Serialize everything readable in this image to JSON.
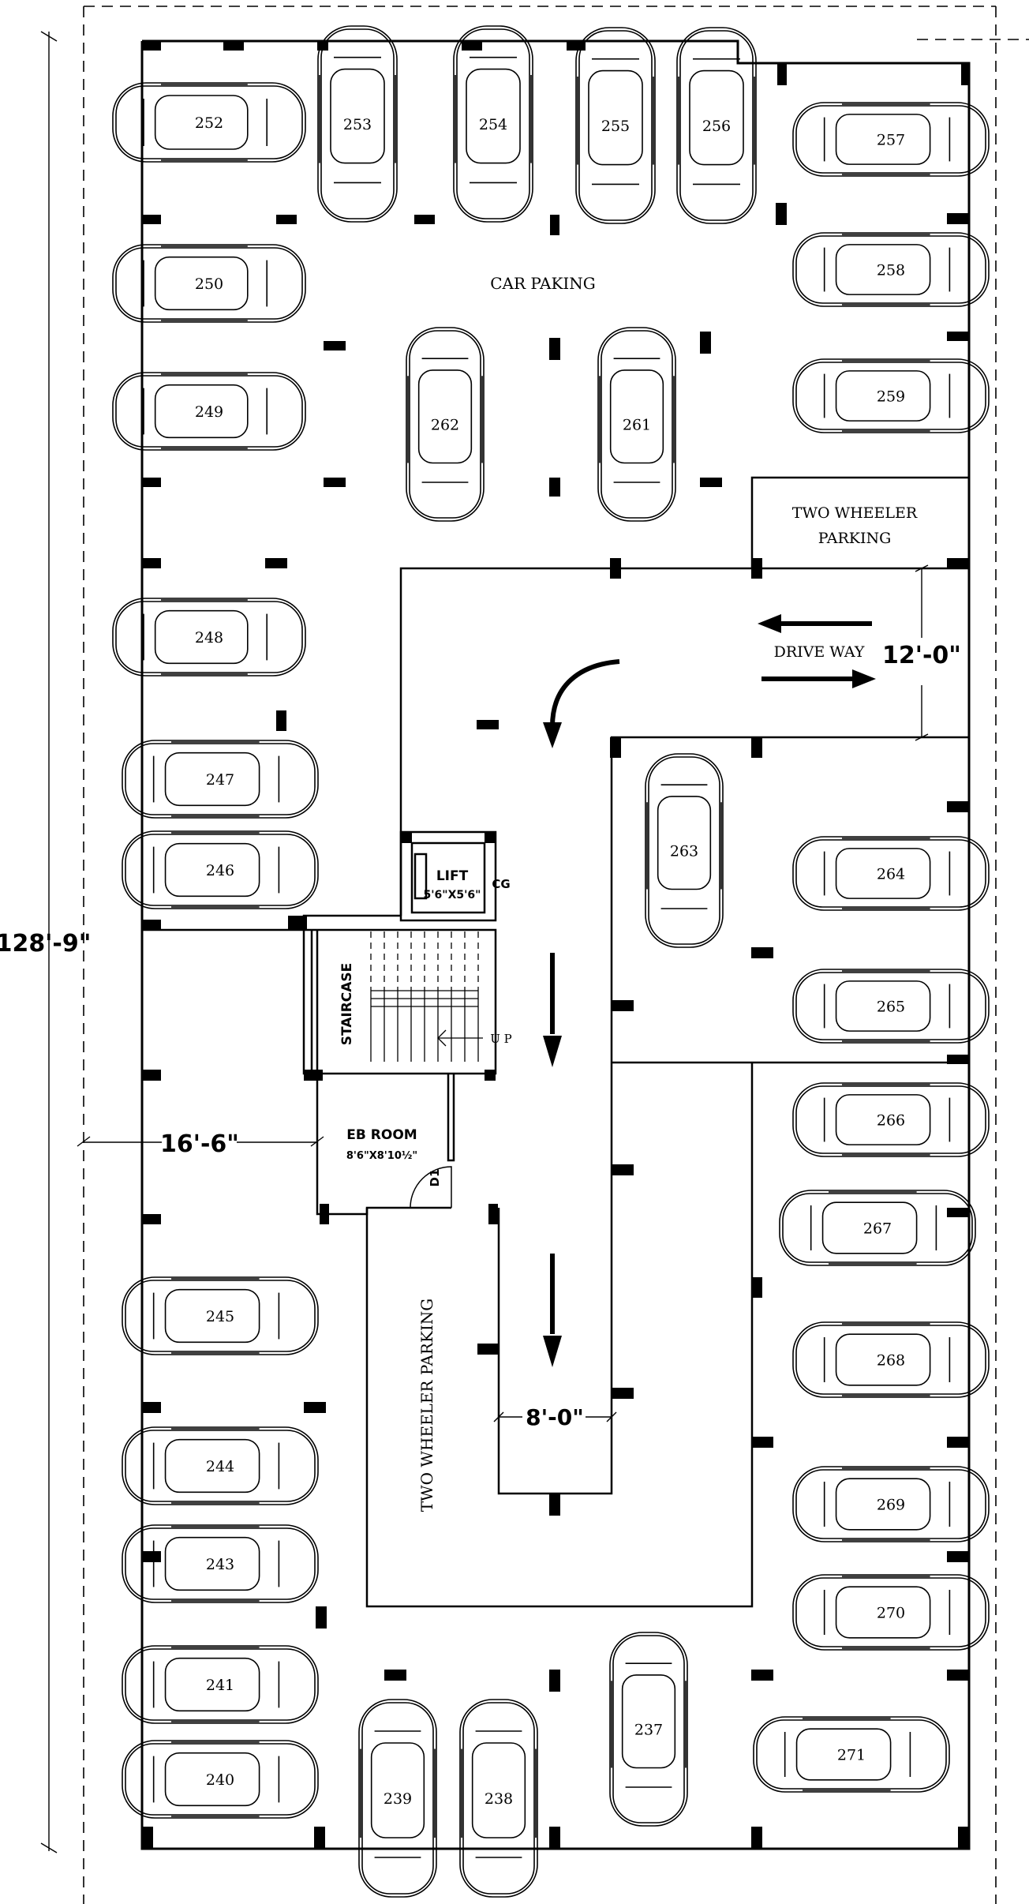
{
  "labels": {
    "car_parking": "CAR PAKING",
    "two_wheeler_top_1": "TWO  WHEELER",
    "two_wheeler_top_2": "PARKING",
    "drive_way": "DRIVE WAY",
    "lift": "LIFT",
    "lift_size": "5'6\"X5'6\"",
    "cg": "CG",
    "staircase": "STAIRCASE",
    "up": "U P",
    "eb_room": "EB ROOM",
    "eb_size": "8'6\"X8'10½\"",
    "door": "D1",
    "two_wheeler_bottom": "TWO  WHEELER  PARKING"
  },
  "dimensions": {
    "overall_height": "128'-9\"",
    "left_setback": "16'-6\"",
    "drive_width": "12'-0\"",
    "ramp_width": "8'-0\""
  },
  "cars": [
    {
      "number": "252"
    },
    {
      "number": "253"
    },
    {
      "number": "254"
    },
    {
      "number": "255"
    },
    {
      "number": "256"
    },
    {
      "number": "257"
    },
    {
      "number": "250"
    },
    {
      "number": "258"
    },
    {
      "number": "249"
    },
    {
      "number": "262"
    },
    {
      "number": "261"
    },
    {
      "number": "259"
    },
    {
      "number": "248"
    },
    {
      "number": "247"
    },
    {
      "number": "263"
    },
    {
      "number": "246"
    },
    {
      "number": "264"
    },
    {
      "number": "265"
    },
    {
      "number": "266"
    },
    {
      "number": "267"
    },
    {
      "number": "245"
    },
    {
      "number": "268"
    },
    {
      "number": "244"
    },
    {
      "number": "269"
    },
    {
      "number": "243"
    },
    {
      "number": "270"
    },
    {
      "number": "241"
    },
    {
      "number": "237"
    },
    {
      "number": "271"
    },
    {
      "number": "240"
    },
    {
      "number": "239"
    },
    {
      "number": "238"
    }
  ]
}
